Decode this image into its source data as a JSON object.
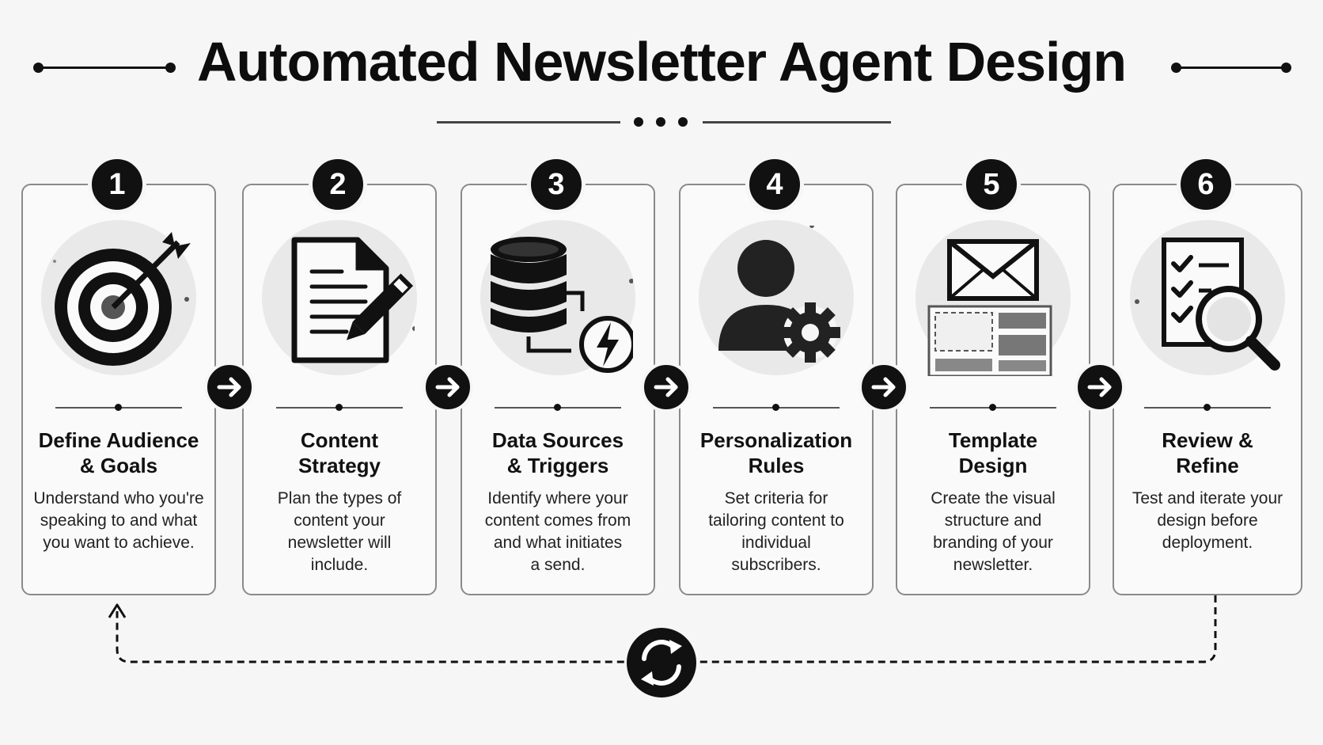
{
  "header": {
    "title": "Automated Newsletter Agent Design"
  },
  "steps": [
    {
      "number": "1",
      "title_line1": "Define Audience",
      "title_line2": "& Goals",
      "desc": [
        "Understand who you're",
        "speaking to and what",
        "you want to achieve."
      ],
      "icon": "target-icon"
    },
    {
      "number": "2",
      "title_line1": "Content",
      "title_line2": "Strategy",
      "desc": [
        "Plan the types of",
        "content your",
        "newsletter will",
        "include."
      ],
      "icon": "document-pen-icon"
    },
    {
      "number": "3",
      "title_line1": "Data Sources",
      "title_line2": "& Triggers",
      "desc": [
        "Identify where your",
        "content comes from",
        "and what initiates",
        "a send."
      ],
      "icon": "database-trigger-icon"
    },
    {
      "number": "4",
      "title_line1": "Personalization",
      "title_line2": "Rules",
      "desc": [
        "Set criteria for",
        "tailoring content to",
        "individual",
        "subscribers."
      ],
      "icon": "user-gear-icon"
    },
    {
      "number": "5",
      "title_line1": "Template",
      "title_line2": "Design",
      "desc": [
        "Create the visual",
        "structure and",
        "branding of your",
        "newsletter."
      ],
      "icon": "email-template-icon"
    },
    {
      "number": "6",
      "title_line1": "Review &",
      "title_line2": "Refine",
      "desc": [
        "Test and iterate your",
        "design before",
        "deployment."
      ],
      "icon": "checklist-magnifier-icon"
    }
  ],
  "connectors": {
    "arrow_icon": "arrow-right-icon",
    "loop_icon": "refresh-cycle-icon"
  }
}
